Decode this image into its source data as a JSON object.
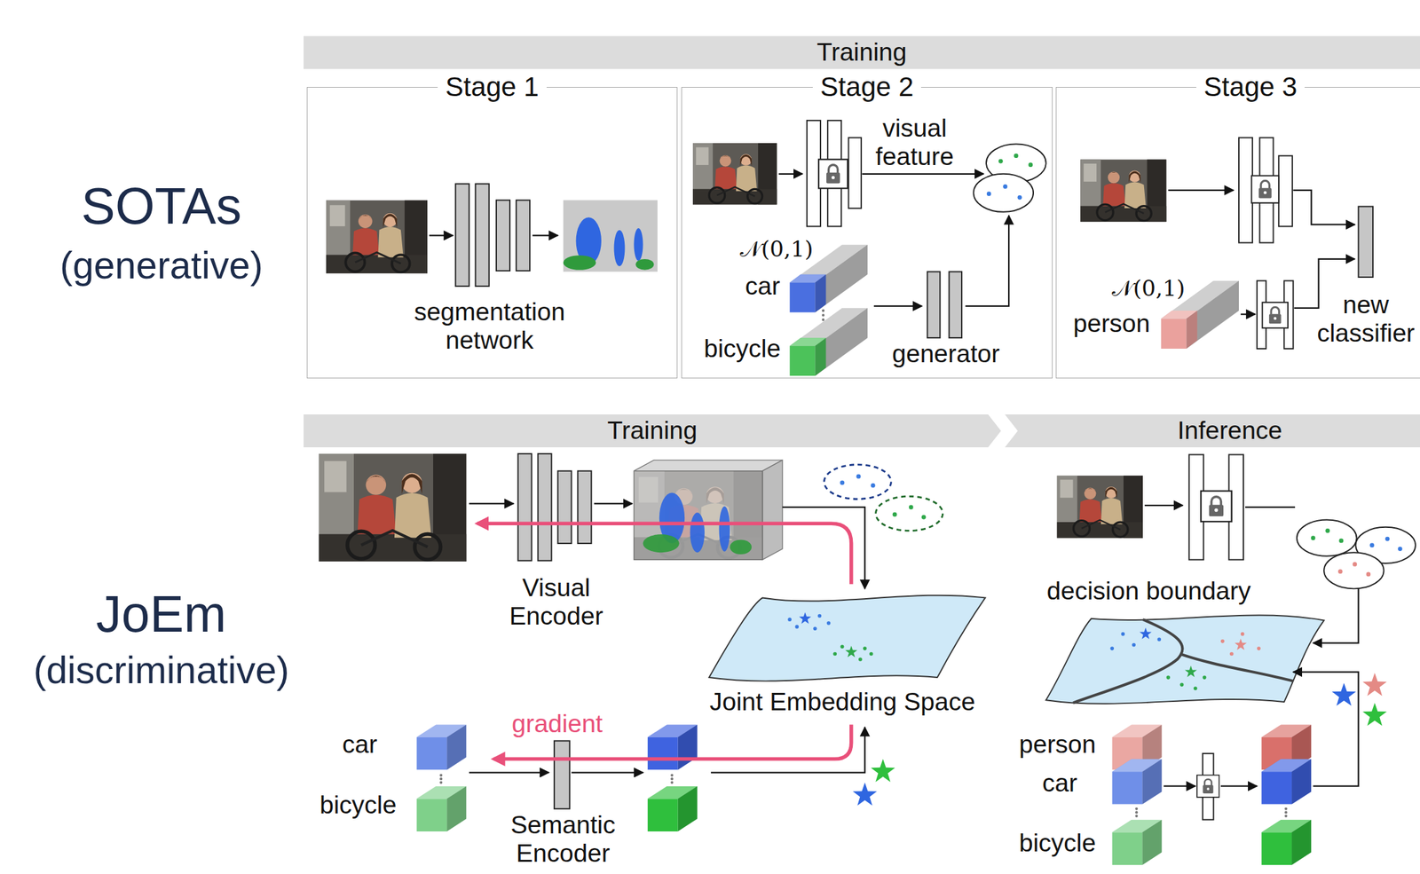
{
  "diagram": {
    "nodes": [
      {
        "text": [
          "Training"
        ]
      },
      {
        "text": [
          "Stage 1"
        ]
      },
      {
        "text": [
          "Stage 2"
        ]
      },
      {
        "text": [
          "Stage 3"
        ]
      },
      {
        "text": [
          "Training"
        ]
      },
      {
        "text": [
          "Inference"
        ]
      }
    ],
    "labels": [
      "SOTAs",
      "(generative)",
      "JoEm",
      "(discriminative)",
      "segmentation network",
      "visual feature",
      "𝒩(0,1)",
      "car",
      "bicycle",
      "generator",
      "𝒩(0,1)",
      "person",
      "new classifier",
      "Visual Encoder",
      "Joint Embedding Space",
      "gradient",
      "car",
      "bicycle",
      "Semantic Encoder",
      "decision boundary",
      "person",
      "car",
      "bicycle"
    ]
  }
}
